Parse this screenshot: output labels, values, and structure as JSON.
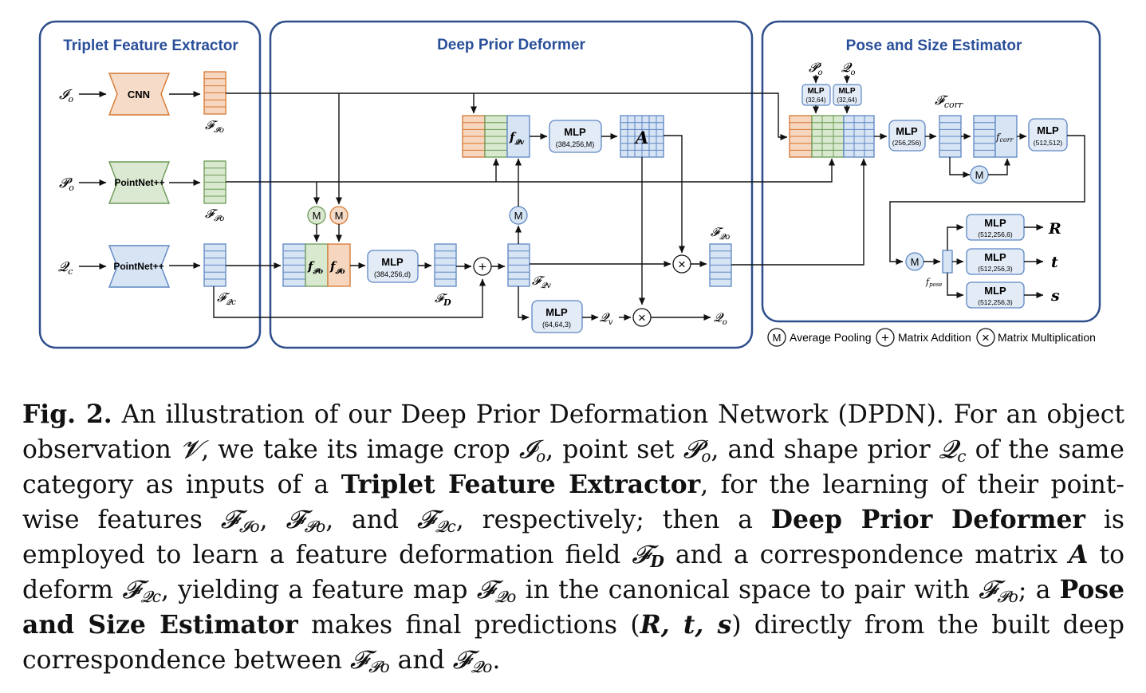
{
  "sections": {
    "extractor_title": "Triplet Feature Extractor",
    "deformer_title": "Deep Prior Deformer",
    "estimator_title": "Pose and Size Estimator"
  },
  "inputs": {
    "image_crop": "𝓘",
    "image_crop_sub": "o",
    "point_set": "𝓟",
    "point_set_sub": "o",
    "shape_prior": "𝓠",
    "shape_prior_sub": "c"
  },
  "backbones": {
    "cnn": "CNN",
    "pointnet_points": "PointNet++",
    "pointnet_prior": "PointNet++"
  },
  "features": {
    "f_io": "𝓕",
    "f_io_sub": "𝓘o",
    "f_po": "𝓕",
    "f_po_sub": "𝓟o",
    "f_qc": "𝓕",
    "f_qc_sub": "𝓠c",
    "f_d": "𝓕",
    "f_d_sub": "D",
    "f_qv": "𝓕",
    "f_qv_sub": "𝓠v",
    "f_qo": "𝓕",
    "f_qo_sub": "𝓠o",
    "f_corr": "𝓕",
    "f_corr_sub": "corr",
    "small_fpo": "f",
    "small_fpo_sub": "𝓟o",
    "small_fio": "f",
    "small_fio_sub": "𝓘o",
    "small_fqv": "f",
    "small_fqv_sub": "𝓠v",
    "small_fcorr": "f",
    "small_fcorr_sub": "corr",
    "small_fpose": "f",
    "small_fpose_sub": "pose",
    "matrix_a": "A",
    "q_v": "𝓠",
    "q_v_sub": "v",
    "q_o": "𝓠",
    "q_o_sub": "o",
    "est_po": "𝓟",
    "est_po_sub": "o",
    "est_qo": "𝓠",
    "est_qo_sub": "o"
  },
  "mlps": {
    "label": "MLP",
    "deform_field": "(384,256,d)",
    "corr_matrix": "(384,256,M)",
    "q_v": "(64,64,3)",
    "est_p": "(32,64)",
    "est_q": "(32,64)",
    "est_fuse": "(256,256)",
    "est_corr": "(512,512)",
    "head_r": "(512,256,6)",
    "head_t": "(512,256,3)",
    "head_s": "(512,256,3)"
  },
  "ops": {
    "pool_symbol": "M",
    "add_symbol": "+",
    "mul_symbol": "×"
  },
  "outputs": {
    "rotation": "R",
    "translation": "t",
    "size": "s"
  },
  "legend": {
    "pool": "Average Pooling",
    "add": "Matrix Addition",
    "mul": "Matrix Multiplication"
  },
  "caption": {
    "fig_label": "Fig. 2.",
    "p1": " An illustration of our Deep Prior Deformation Network (DPDN). For an object observation ",
    "v": "𝓥",
    "p2": ", we take its image crop ",
    "io": "𝓘",
    "io_sub": "o",
    "p3": ", point set ",
    "po": "𝓟",
    "po_sub": "o",
    "p4": ", and shape prior ",
    "qc": "𝓠",
    "qc_sub": "c",
    "p5": " of the same category as inputs of a ",
    "b1": "Triplet Feature Extractor",
    "p6": ", for the learning of their point-wise features ",
    "fio": "𝓕",
    "fio_sub": "𝓘o",
    "sep1": ", ",
    "fpo": "𝓕",
    "fpo_sub": "𝓟o",
    "p7": ", and ",
    "fqc": "𝓕",
    "fqc_sub": "𝓠c",
    "p8": ", respectively; then a ",
    "b2": "Deep Prior Deformer",
    "p9": " is employed to learn a feature deformation field ",
    "fd": "𝓕",
    "fd_sub": "D",
    "p10": " and a correspondence matrix ",
    "a": "A",
    "p11": " to deform ",
    "fqc2": "𝓕",
    "fqc2_sub": "𝓠c",
    "p12": ", yielding a feature map ",
    "fqo": "𝓕",
    "fqo_sub": "𝓠o",
    "p13": " in the canonical space to pair with ",
    "fpo2": "𝓕",
    "fpo2_sub": "𝓟o",
    "p14": "; a ",
    "b3": "Pose and Size Estimator",
    "p15": " makes final predictions (",
    "rts": "R, t, s",
    "p16": ") directly from the built deep correspondence between ",
    "fpo3": "𝓕",
    "fpo3_sub": "𝓟o",
    "p17": " and ",
    "fqo2": "𝓕",
    "fqo2_sub": "𝓠o",
    "p18": "."
  },
  "colors": {
    "panel_border": "#2e4e8c",
    "title": "#2a4f9a",
    "orange_fill": "#f6d6bf",
    "orange_line": "#d6772f",
    "green_fill": "#d8e9cf",
    "green_line": "#6c9a55",
    "blue_fill": "#d7e4f4",
    "blue_line": "#5c86c4",
    "mlp_fill": "#e3ebf6",
    "pool_fill": "#dbe9d2",
    "pool_fill_orange": "#f6dcc8"
  }
}
